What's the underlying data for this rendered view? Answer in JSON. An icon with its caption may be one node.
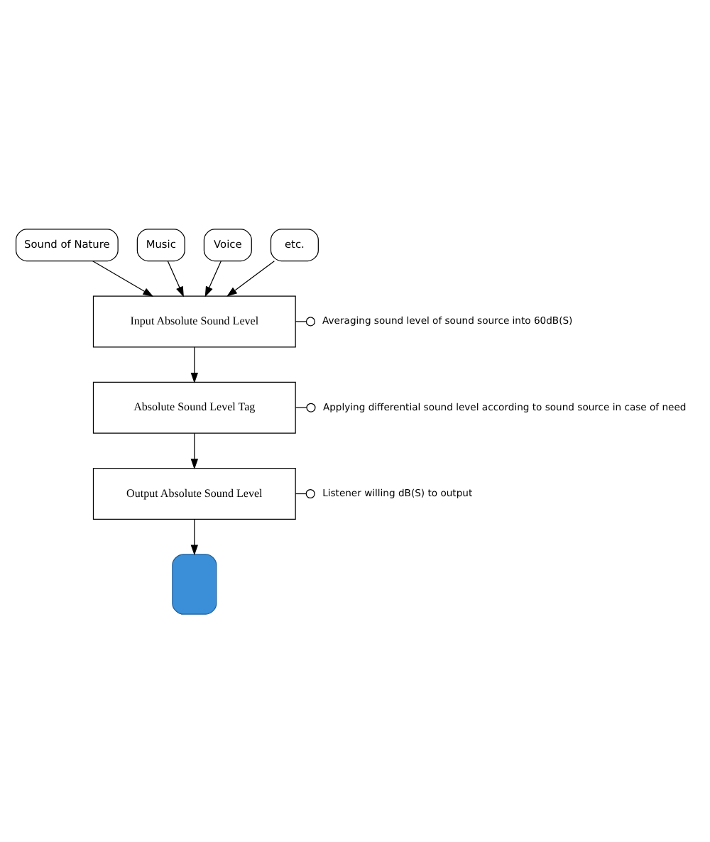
{
  "diagram": {
    "nodes": [
      {
        "text": [
          "Sound of Nature"
        ]
      },
      {
        "text": [
          "Music"
        ]
      },
      {
        "text": [
          "Voice"
        ]
      },
      {
        "text": [
          "etc."
        ]
      },
      {
        "text": [
          "Input Absolute Sound Level"
        ]
      },
      {
        "text": [
          "Absolute Sound Level Tag"
        ]
      },
      {
        "text": [
          "Output Absolute Sound Level"
        ]
      },
      {
        "text": [],
        "shape": "speaker"
      },
      {
        "text": [
          "Averaging sound level of sound source into 60dB(S)"
        ]
      },
      {
        "text": [
          "Applying differential sound level according to sound source in case of need"
        ]
      },
      {
        "text": [
          "Listener willing dB(S) to output"
        ]
      }
    ],
    "edges": [
      {
        "from": 0,
        "to": 4,
        "arrow": "to"
      },
      {
        "from": 1,
        "to": 4,
        "arrow": "to"
      },
      {
        "from": 2,
        "to": 4,
        "arrow": "to"
      },
      {
        "from": 3,
        "to": 4,
        "arrow": "to"
      },
      {
        "from": 4,
        "to": 5,
        "arrow": "to"
      },
      {
        "from": 5,
        "to": 6,
        "arrow": "to"
      },
      {
        "from": 6,
        "to": 7,
        "arrow": "to"
      },
      {
        "from": 4,
        "to": 8,
        "arrow": "other"
      },
      {
        "from": 5,
        "to": 9,
        "arrow": "other"
      },
      {
        "from": 6,
        "to": 10,
        "arrow": "other"
      }
    ]
  }
}
